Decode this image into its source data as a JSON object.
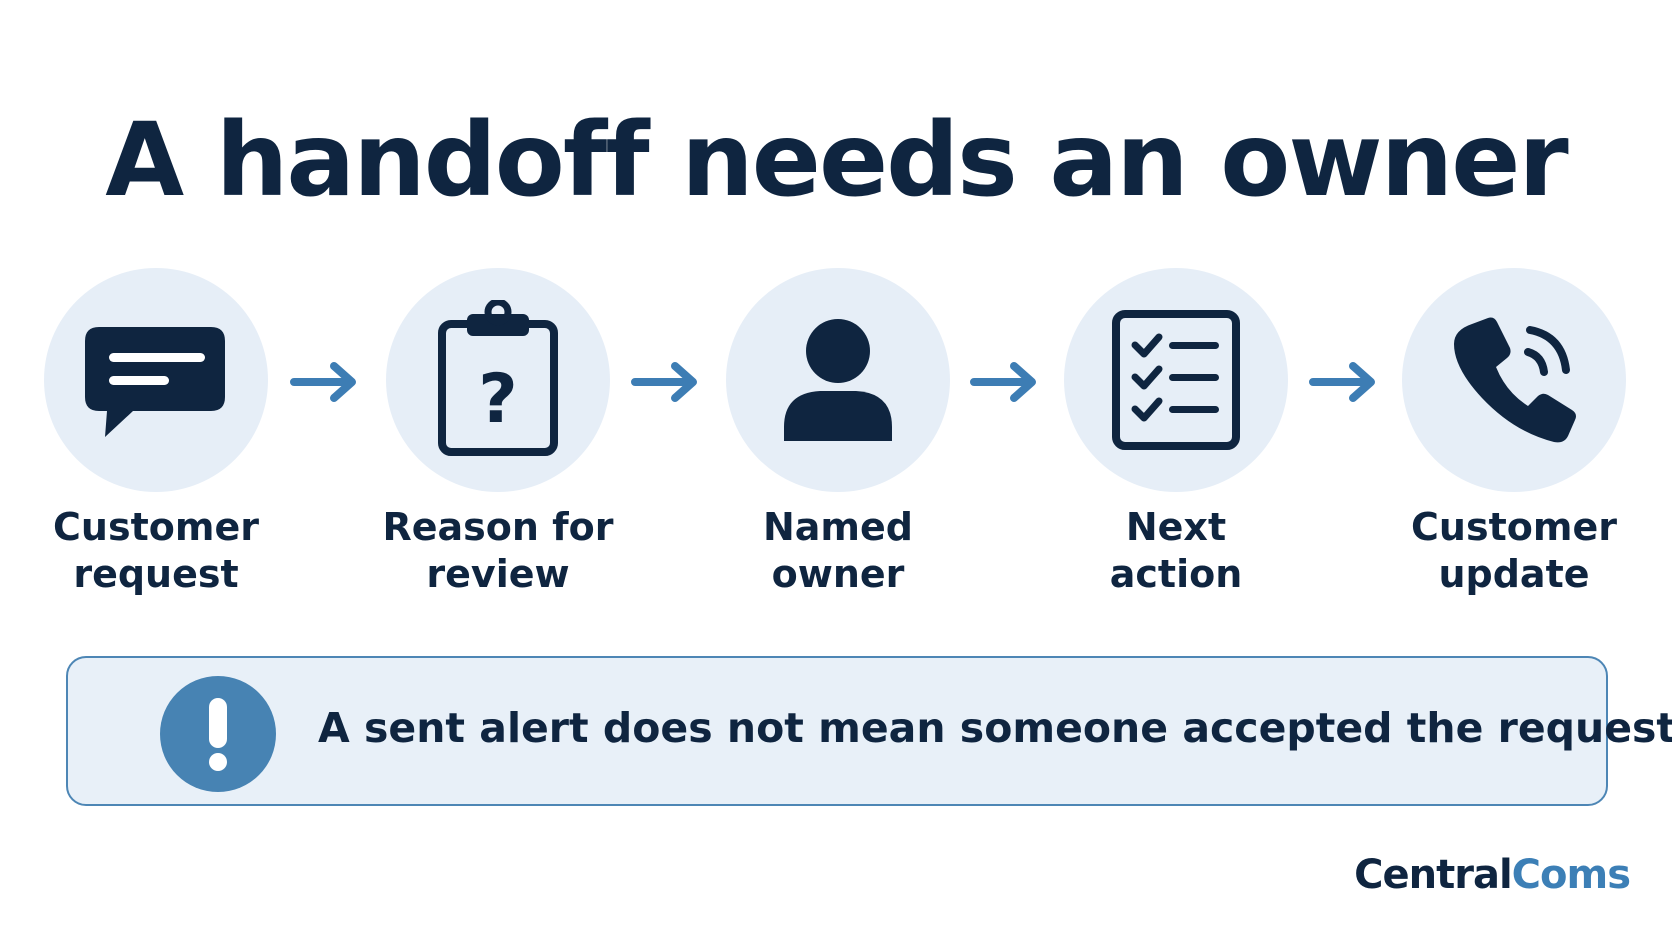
{
  "title": "A handoff needs an owner",
  "colors": {
    "navy": "#0f2540",
    "accent_blue": "#3d7db4",
    "circle_fill": "#e6eef7",
    "alert_fill": "#e8f0f8",
    "alert_border": "#4d86b5"
  },
  "steps": [
    {
      "icon": "chat-bubble-icon",
      "label_line1": "Customer",
      "label_line2": "request"
    },
    {
      "icon": "clipboard-question-icon",
      "label_line1": "Reason for",
      "label_line2": "review"
    },
    {
      "icon": "person-icon",
      "label_line1": "Named",
      "label_line2": "owner"
    },
    {
      "icon": "checklist-icon",
      "label_line1": "Next",
      "label_line2": "action"
    },
    {
      "icon": "phone-icon",
      "label_line1": "Customer",
      "label_line2": "update"
    }
  ],
  "connectors": [
    "arrow-right-icon",
    "arrow-right-icon",
    "arrow-right-icon",
    "arrow-right-icon"
  ],
  "alert": {
    "icon": "exclamation-icon",
    "text": "A sent alert does not mean someone accepted the request."
  },
  "brand": {
    "part1": "Central",
    "part2": "Coms"
  }
}
